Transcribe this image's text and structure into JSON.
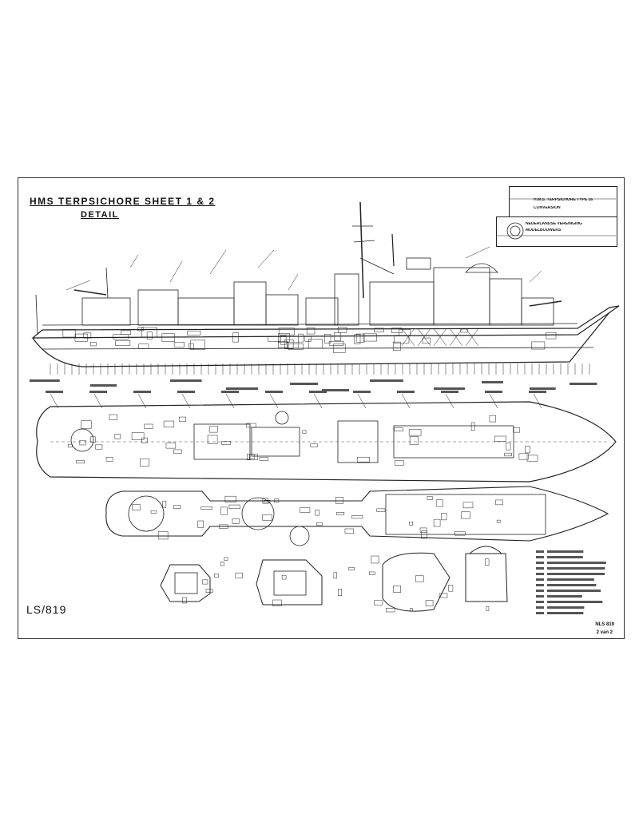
{
  "title": {
    "line1": "HMS TERPSICHORE  SHEET  1 & 2",
    "line2": "DETAIL"
  },
  "drawing_number": "LS/819",
  "sheet_ref": {
    "line1": "NLS 819",
    "line2": "2 van 2"
  },
  "title_block": {
    "upper": [
      "H.M.S. TERPSICHORE TYPE 16",
      "CONVERSION"
    ],
    "lower": [
      "NEDERLANDSE VERENIGING",
      "MODELBOUWERS"
    ]
  },
  "colors": {
    "line": "#222222",
    "paper": "#ffffff"
  }
}
